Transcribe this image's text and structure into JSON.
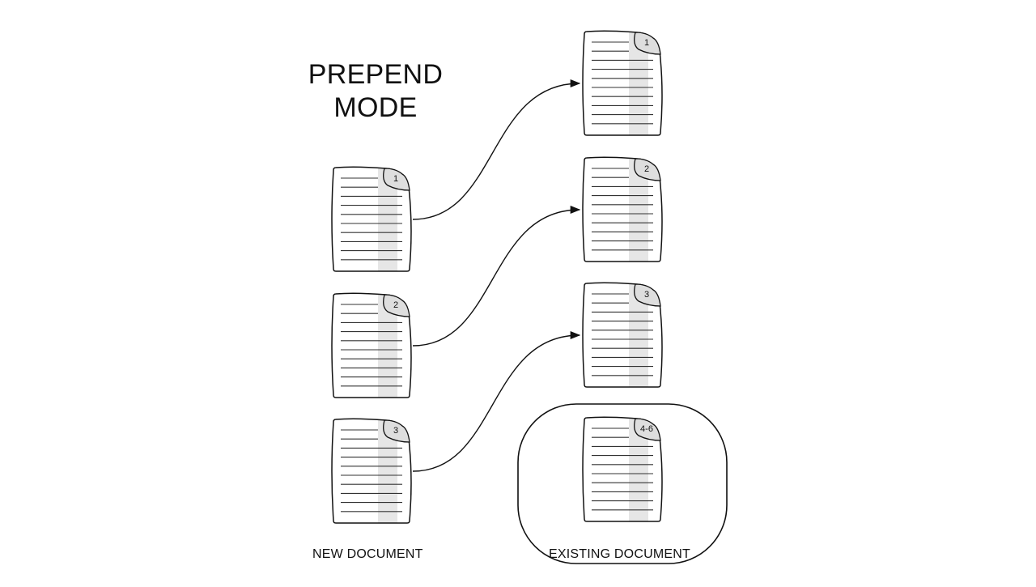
{
  "title": [
    "PREPEND",
    "MODE"
  ],
  "new_document": {
    "label": "NEW DOCUMENT",
    "pages": [
      "1",
      "2",
      "3"
    ]
  },
  "result_pages": [
    "1",
    "2",
    "3"
  ],
  "existing_document": {
    "label": "EXISTING DOCUMENT",
    "page_label": "4-6"
  },
  "colors": {
    "stroke": "#111111",
    "page_fill": "#ffffff",
    "page_stripe": "#e6e6e6",
    "fold_fill": "#dedede",
    "text_line": "#333333"
  }
}
